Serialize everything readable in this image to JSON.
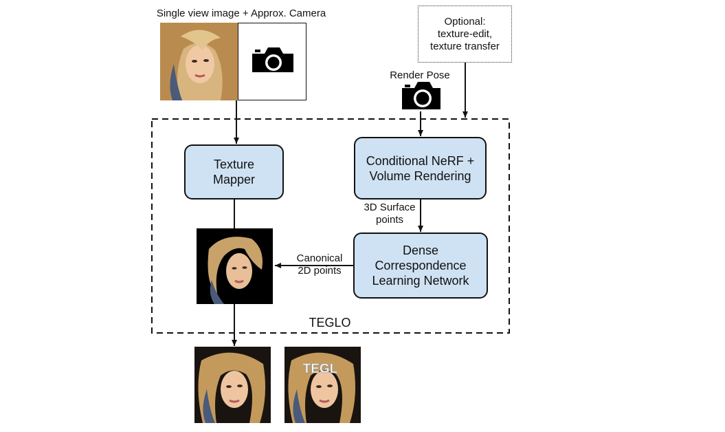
{
  "input_label": "Single view image + Approx. Camera",
  "optional_box": "Optional:\ntexture-edit,\ntexture transfer",
  "render_pose_label": "Render Pose",
  "texture_mapper": "Texture\nMapper",
  "nerf_box": "Conditional NeRF +\nVolume Rendering",
  "surface_points_label": "3D Surface\npoints",
  "dense_box": "Dense\nCorrespondence\nLearning Network",
  "canonical_label": "Canonical\n2D points",
  "teglo_label": "TEGLO",
  "edited_overlay_text": "TEGL",
  "icons": [
    "camera-icon",
    "render-pose-camera-icon"
  ],
  "colors": {
    "box_fill": "#cfe2f3",
    "stroke": "#111111"
  }
}
